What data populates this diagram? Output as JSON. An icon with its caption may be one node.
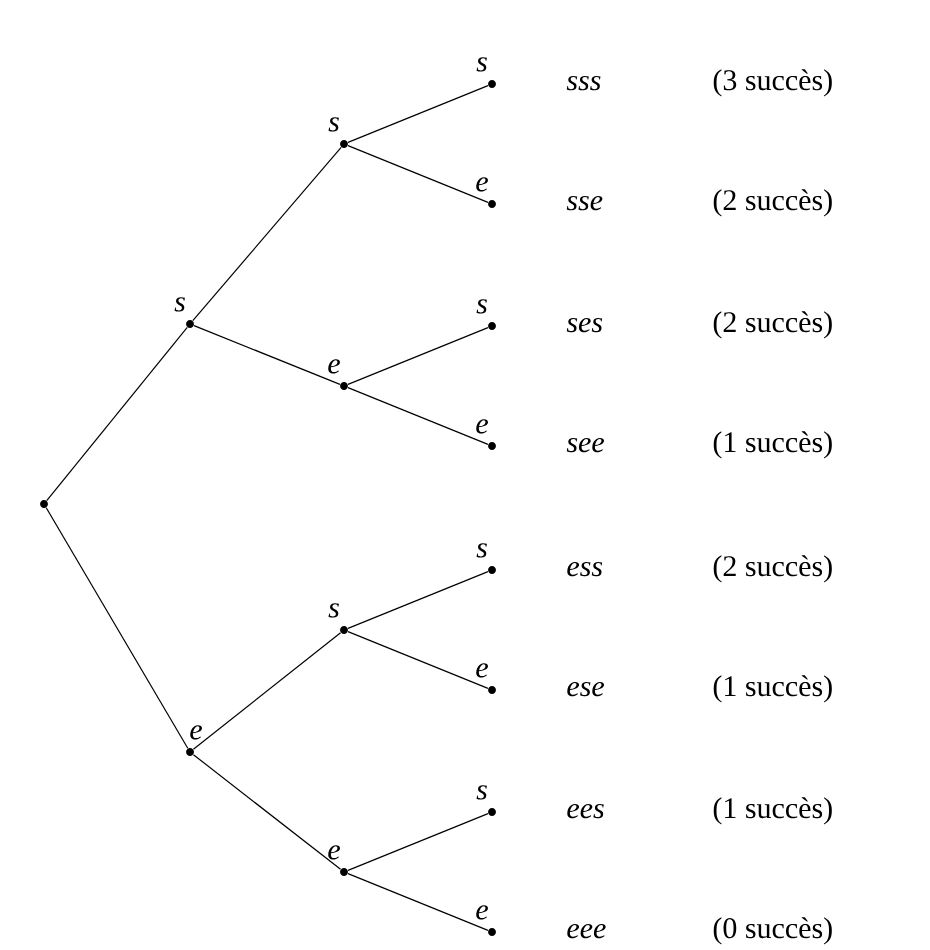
{
  "diagram": {
    "nodes": [
      {
        "text": [],
        "shape": "circle"
      },
      {
        "text": [
          "s"
        ]
      },
      {
        "text": [
          "s"
        ]
      },
      {
        "text": [
          "s"
        ],
        "beside": [
          "sss",
          "(3 succès)"
        ]
      },
      {
        "text": [
          "e"
        ],
        "beside": [
          "sse",
          "(2 succès)"
        ]
      },
      {
        "text": [
          "e"
        ]
      },
      {
        "text": [
          "s"
        ],
        "beside": [
          "ses",
          "(2 succès)"
        ]
      },
      {
        "text": [
          "e"
        ],
        "beside": [
          "see",
          "(1 succès)"
        ]
      },
      {
        "text": [
          "e"
        ]
      },
      {
        "text": [
          "s"
        ]
      },
      {
        "text": [
          "s"
        ],
        "beside": [
          "ess",
          "(2 succès)"
        ]
      },
      {
        "text": [
          "e"
        ],
        "beside": [
          "ese",
          "(1 succès)"
        ]
      },
      {
        "text": [
          "e"
        ]
      },
      {
        "text": [
          "s"
        ],
        "beside": [
          "ees",
          "(1 succès)"
        ]
      },
      {
        "text": [
          "e"
        ],
        "beside": [
          "eee",
          "(0 succès)"
        ]
      }
    ],
    "edges": [
      {
        "from": 0,
        "to": 1,
        "arrow": "none"
      },
      {
        "from": 1,
        "to": 2,
        "arrow": "none"
      },
      {
        "from": 2,
        "to": 3,
        "arrow": "none"
      },
      {
        "from": 2,
        "to": 4,
        "arrow": "none"
      },
      {
        "from": 1,
        "to": 5,
        "arrow": "none"
      },
      {
        "from": 5,
        "to": 6,
        "arrow": "none"
      },
      {
        "from": 5,
        "to": 7,
        "arrow": "none"
      },
      {
        "from": 0,
        "to": 8,
        "arrow": "none"
      },
      {
        "from": 8,
        "to": 9,
        "arrow": "none"
      },
      {
        "from": 9,
        "to": 10,
        "arrow": "none"
      },
      {
        "from": 9,
        "to": 11,
        "arrow": "none"
      },
      {
        "from": 8,
        "to": 12,
        "arrow": "none"
      },
      {
        "from": 12,
        "to": 13,
        "arrow": "none"
      },
      {
        "from": 12,
        "to": 14,
        "arrow": "none"
      }
    ]
  }
}
